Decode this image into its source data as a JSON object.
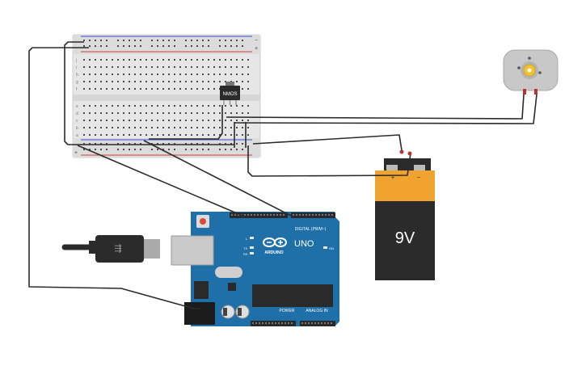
{
  "canvas": {
    "background": "#ffffff"
  },
  "breadboard": {
    "row_letters_top": [
      "j",
      "i",
      "h",
      "g",
      "f"
    ],
    "row_letters_bottom": [
      "e",
      "d",
      "c",
      "b",
      "a"
    ],
    "rail_plus": "+",
    "rail_minus": "−",
    "body_color": "#e6e6e6",
    "hole_color": "#4a4a4a",
    "rail_red": "#d93a3a",
    "rail_blue": "#3a4fd9"
  },
  "mosfet": {
    "label": "NMOS"
  },
  "motor": {
    "color": "#c8c8c8",
    "shaft_color": "#f2c230"
  },
  "battery": {
    "label": "9V",
    "plus": "+",
    "minus": "−",
    "top_color": "#f0a32f",
    "bottom_color": "#2b2b2b"
  },
  "arduino": {
    "brand": "ARDUINO",
    "model": "UNO",
    "digital_label": "DIGITAL (PWM~)",
    "power_label": "POWER",
    "analog_label": "ANALOG IN",
    "on_label": "ON",
    "tx_label": "TX",
    "rx_label": "RX",
    "l_label": "L",
    "board_color": "#1f6fa8",
    "header_color": "#2a2a2a"
  },
  "wire_color": "#2b2b2b"
}
